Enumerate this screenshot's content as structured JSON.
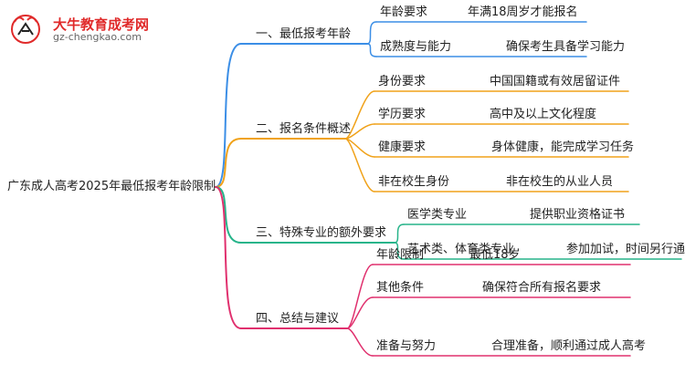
{
  "logo": {
    "title": "大牛教育成考网",
    "url": "gz-chengkao.com",
    "colors": {
      "red": "#e02a2a",
      "gray": "#666666"
    }
  },
  "root": "广东成人高考2025年最低报考年龄限制",
  "branches": [
    {
      "label": "一、最低报考年龄",
      "color": "#3b8ee6",
      "items": [
        {
          "label": "年龄要求",
          "value": "年满18周岁才能报名"
        },
        {
          "label": "成熟度与能力",
          "value": "确保考生具备学习能力"
        }
      ]
    },
    {
      "label": "二、报名条件概述",
      "color": "#f0a21a",
      "items": [
        {
          "label": "身份要求",
          "value": "中国国籍或有效居留证件"
        },
        {
          "label": "学历要求",
          "value": "高中及以上文化程度"
        },
        {
          "label": "健康要求",
          "value": "身体健康，能完成学习任务"
        },
        {
          "label": "非在校生身份",
          "value": "非在校生的从业人员"
        }
      ]
    },
    {
      "label": "三、特殊专业的额外要求",
      "color": "#27b48a",
      "items": [
        {
          "label": "医学类专业",
          "value": "提供职业资格证书"
        },
        {
          "label": "艺术类、体育类专业",
          "value": "参加加试，时间另行通知"
        }
      ]
    },
    {
      "label": "四、总结与建议",
      "color": "#e0306e",
      "items": [
        {
          "label": "年龄限制",
          "value": "最低18岁"
        },
        {
          "label": "其他条件",
          "value": "确保符合所有报名要求"
        },
        {
          "label": "准备与努力",
          "value": "合理准备，顺利通过成人高考"
        }
      ]
    }
  ]
}
